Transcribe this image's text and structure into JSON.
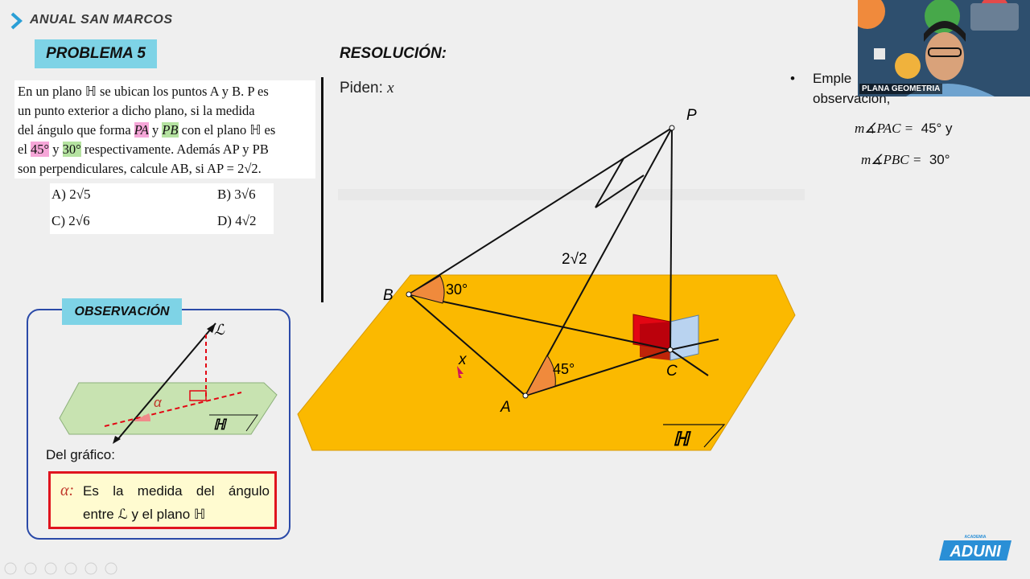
{
  "header": {
    "title": "ANUAL SAN MARCOS"
  },
  "problem": {
    "badge": "PROBLEMA 5",
    "lines": [
      "En un plano ℍ se ubican los puntos A y B. P es",
      "un punto exterior a dicho plano, si la medida",
      "del ángulo que forma",
      "PA",
      "y",
      "PB",
      "con el plano ℍ es",
      "el",
      "45°",
      "y",
      "30°",
      "respectivamente. Además AP y PB",
      "son perpendiculares, calcule AB, si AP = 2√2."
    ],
    "options": [
      {
        "letter": "A)",
        "value": "2√5"
      },
      {
        "letter": "B)",
        "value": "3√6"
      },
      {
        "letter": "C)",
        "value": "2√6"
      },
      {
        "letter": "D)",
        "value": "4√2"
      }
    ]
  },
  "resolution": {
    "title": "RESOLUCIÓN:",
    "piden_label": "Piden:",
    "piden_var": "x"
  },
  "figure": {
    "labels": {
      "P": "P",
      "B": "B",
      "A": "A",
      "C": "C",
      "x": "x",
      "ap": "2√2",
      "angle_b": "30°",
      "angle_a": "45°",
      "plane": "ℍ"
    },
    "colors": {
      "plane": "#fbb900",
      "angle": "#f08a3c",
      "red_square": "#e30613",
      "blue_square": "#b9d3f0"
    }
  },
  "observation": {
    "badge": "OBSERVACIÓN",
    "line_label": "ℒ",
    "alpha_label": "α",
    "plane_label": "ℍ",
    "del_grafico": "Del gráfico:",
    "alpha_sym": "α:",
    "alpha_text1": "Es la medida del ángulo",
    "alpha_text2": "entre ℒ y el plano ℍ"
  },
  "right_panel": {
    "bullet": "•",
    "text1": "Emple",
    "text2": "observación,",
    "eq1_lhs": "m∡PAC =",
    "eq1_rhs": "45° y",
    "eq2_lhs": "m∡PBC =",
    "eq2_rhs": "30°"
  },
  "webcam": {
    "label": "PLANA GEOMETRIA"
  },
  "brand": {
    "small": "ACADEMIA",
    "name": "ADUNI",
    "color": "#2a8fd6"
  }
}
